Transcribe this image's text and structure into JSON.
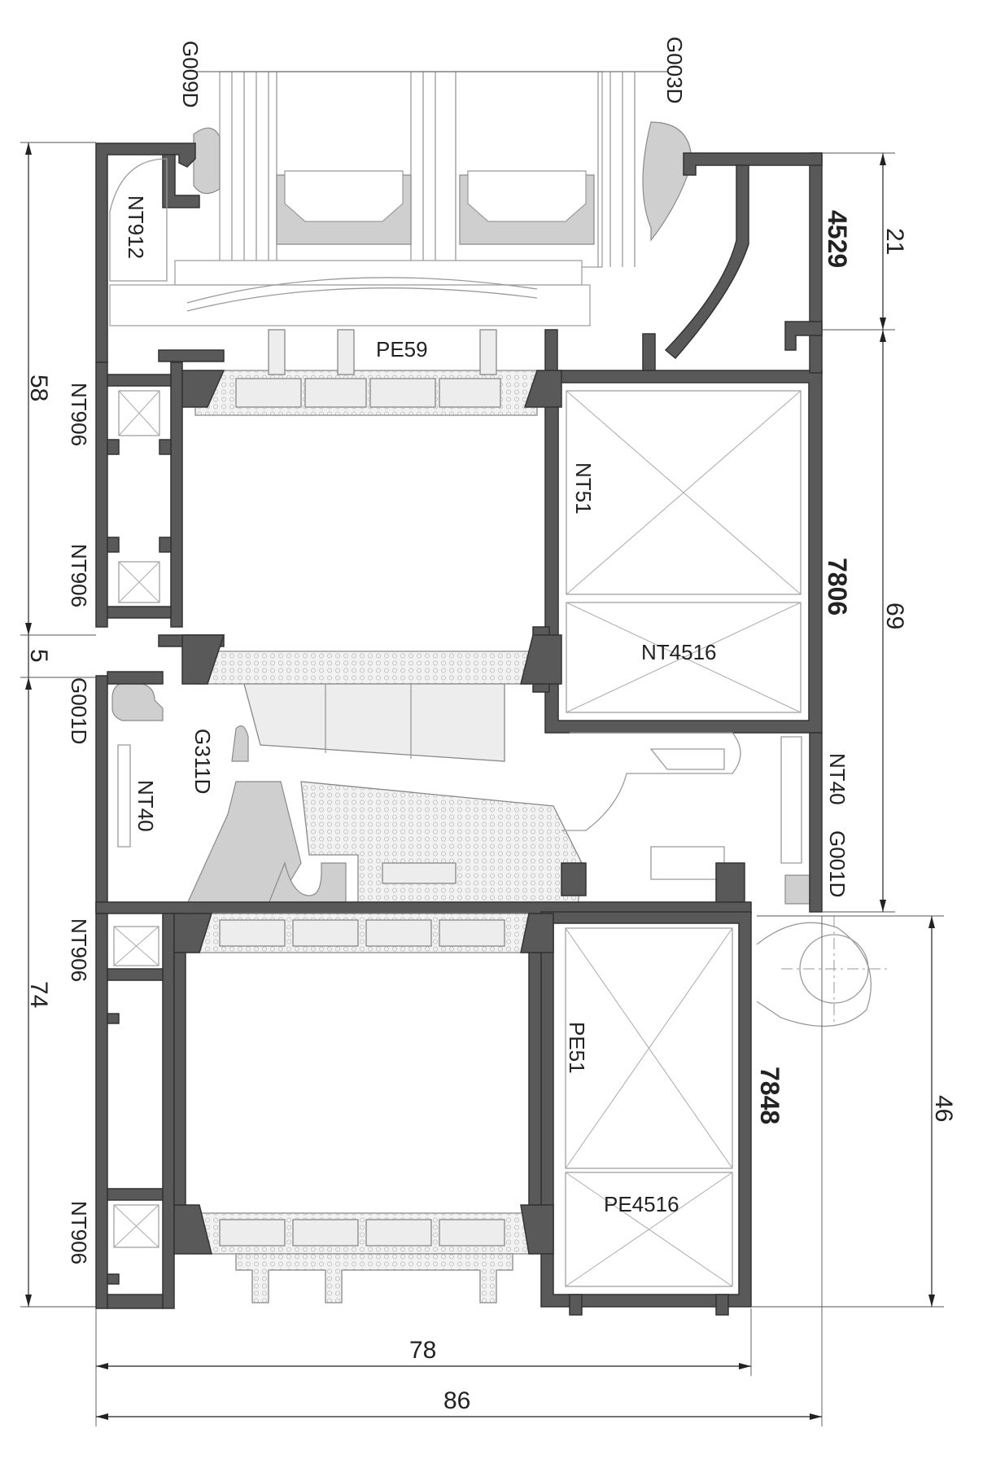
{
  "labels": {
    "g009d": "G009D",
    "g003d": "G003D",
    "nt912": "NT912",
    "pe59": "PE59",
    "nt906_a": "NT906",
    "nt906_b": "NT906",
    "nt906_c": "NT906",
    "nt906_d": "NT906",
    "nt51": "NT51",
    "nt4516": "NT4516",
    "g001d_left": "G001D",
    "g311d": "G311D",
    "nt40_left": "NT40",
    "nt40_right": "NT40",
    "g001d_right": "G001D",
    "pe51": "PE51",
    "pe4516": "PE4516"
  },
  "profiles": {
    "p4529": "4529",
    "p7806": "7806",
    "p7848": "7848"
  },
  "dimensions": {
    "d58": "58",
    "d5": "5",
    "d74": "74",
    "d21": "21",
    "d69": "69",
    "d46": "46",
    "d78": "78",
    "d86": "86"
  },
  "colors": {
    "aluminium": "#595959",
    "gasket": "#cfcfcf",
    "insulation": "#ededed",
    "line": "#222222"
  }
}
